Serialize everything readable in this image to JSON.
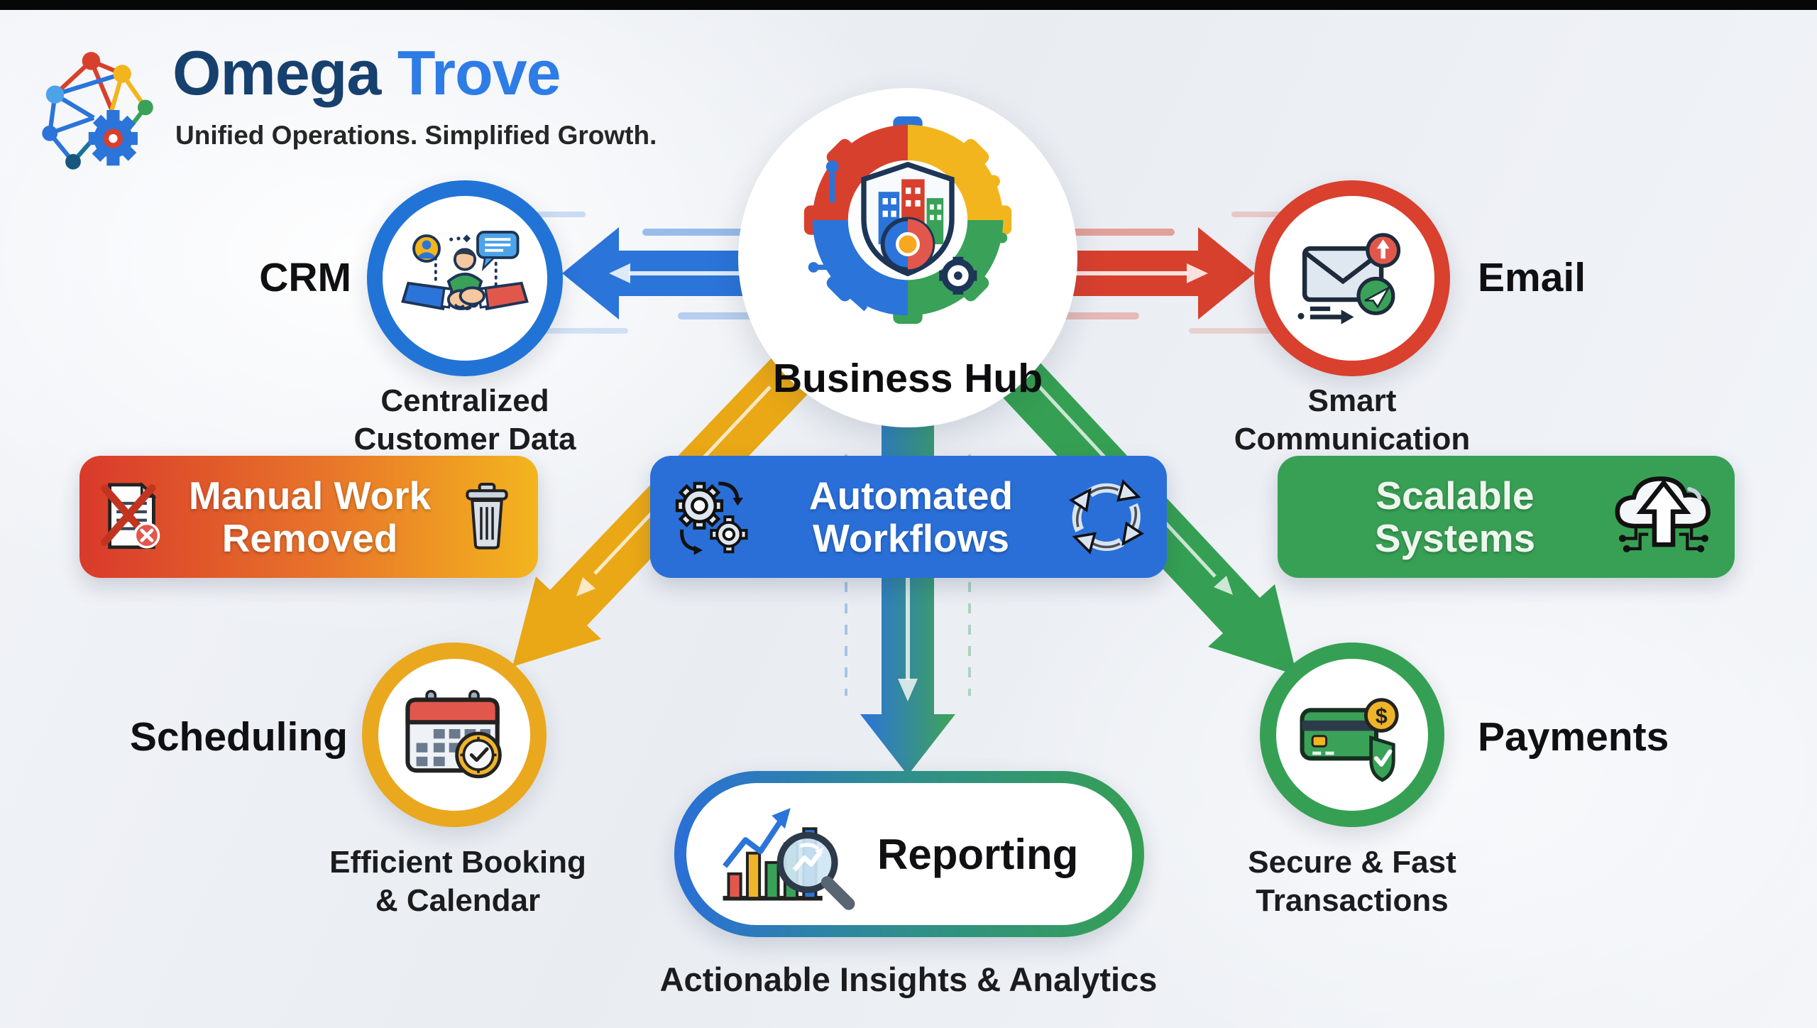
{
  "brand": {
    "name_primary": "Omega",
    "name_secondary": "Trove",
    "tagline": "Unified Operations. Simplified Growth.",
    "logo_icon": "network-gear-icon"
  },
  "hub": {
    "label": "Business Hub",
    "icon": "business-hub-icon"
  },
  "nodes": [
    {
      "id": "crm",
      "label": "CRM",
      "caption_line1": "Centralized",
      "caption_line2": "Customer Data",
      "ring_color": "#2273d6",
      "icon": "handshake-icon"
    },
    {
      "id": "email",
      "label": "Email",
      "caption_line1": "Smart",
      "caption_line2": "Communication",
      "ring_color": "#d9402e",
      "icon": "email-send-icon"
    },
    {
      "id": "scheduling",
      "label": "Scheduling",
      "caption_line1": "Efficient Booking",
      "caption_line2": "& Calendar",
      "ring_color": "#eaa81f",
      "icon": "calendar-clock-icon"
    },
    {
      "id": "payments",
      "label": "Payments",
      "caption_line1": "Secure & Fast",
      "caption_line2": "Transactions",
      "ring_color": "#35a053",
      "icon": "card-shield-icon",
      "icon_symbol": "$"
    }
  ],
  "banners": [
    {
      "id": "manual-work-removed",
      "line1": "Manual Work",
      "line2": "Removed",
      "background": "linear-gradient(90deg,#d93a2b 0%,#e8762a 55%,#f3b51e 100%)",
      "icons": [
        "document-x-icon",
        "trash-icon"
      ]
    },
    {
      "id": "automated-workflows",
      "line1": "Automated",
      "line2": "Workflows",
      "background": "#2a6fd8",
      "icons": [
        "gears-icon",
        "cycle-arrows-icon"
      ]
    },
    {
      "id": "scalable-systems",
      "line1": "Scalable",
      "line2": "Systems",
      "background": "#38a055",
      "icons": [
        "cloud-upload-icon"
      ]
    }
  ],
  "reporting": {
    "label": "Reporting",
    "caption": "Actionable Insights & Analytics",
    "border_background": "linear-gradient(90deg,#2a6fd8 0%,#2f8f8a 50%,#35a053 100%)",
    "icon": "chart-magnifier-icon"
  },
  "arrows": {
    "hub_to_crm": {
      "color": "#2b74d9",
      "direction": "left"
    },
    "hub_to_email": {
      "color": "#d8402e",
      "direction": "right"
    },
    "hub_to_scheduling": {
      "color": "#eaa816",
      "direction": "down-left"
    },
    "hub_to_payments": {
      "color": "#35a053",
      "direction": "down-right"
    },
    "hub_to_reporting": {
      "colors": [
        "#2b74d9",
        "#3fa457"
      ],
      "direction": "down"
    }
  }
}
